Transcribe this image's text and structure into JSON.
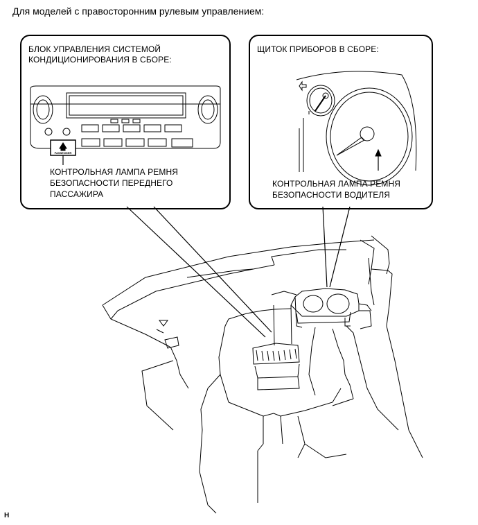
{
  "header": {
    "text": "Для моделей с правосторонним рулевым управлением:"
  },
  "left_box": {
    "title_line1": "БЛОК УПРАВЛЕНИЯ СИСТЕМОЙ",
    "title_line2": "КОНДИЦИОНИРОВАНИЯ В СБОРЕ:",
    "callout_line1": "КОНТРОЛЬНАЯ ЛАМПА РЕМНЯ",
    "callout_line2": "БЕЗОПАСНОСТИ ПЕРЕДНЕГО",
    "callout_line3": "ПАССАЖИРА",
    "lamp_label": "PASSENGER"
  },
  "right_box": {
    "title": "ЩИТОК ПРИБОРОВ В СБОРЕ:",
    "callout_line1": "КОНТРОЛЬНАЯ ЛАМПА РЕМНЯ",
    "callout_line2": "БЕЗОПАСНОСТИ ВОДИТЕЛЯ"
  },
  "footer": {
    "code": "H"
  }
}
